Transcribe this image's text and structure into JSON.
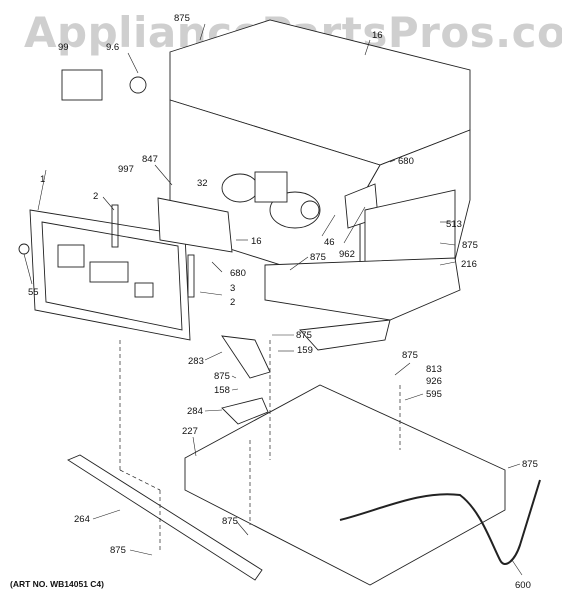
{
  "watermark": "AppliancePartsPros.com",
  "art_number": "(ART NO. WB14051 C4)",
  "callouts": {
    "c875_top": "875",
    "c16_top": "16",
    "c96": "9.6",
    "c99": "99",
    "c680_right": "680",
    "c997": "997",
    "c847": "847",
    "c32": "32",
    "c1": "1",
    "c2_upper": "2",
    "c16_mid": "16",
    "c46": "46",
    "c962": "962",
    "c875_mid": "875",
    "c513": "513",
    "c875_right": "875",
    "c216": "216",
    "c55": "55",
    "c680_mid": "680",
    "c3": "3",
    "c2_lower": "2",
    "c875_cover": "875",
    "c283": "283",
    "c159": "159",
    "c875_813": "875",
    "c813": "813",
    "c926": "926",
    "c595": "595",
    "c875_158": "875",
    "c158": "158",
    "c284": "284",
    "c227": "227",
    "c875_far": "875",
    "c264": "264",
    "c875_bot_mid": "875",
    "c875_bot_left": "875",
    "c600": "600"
  }
}
